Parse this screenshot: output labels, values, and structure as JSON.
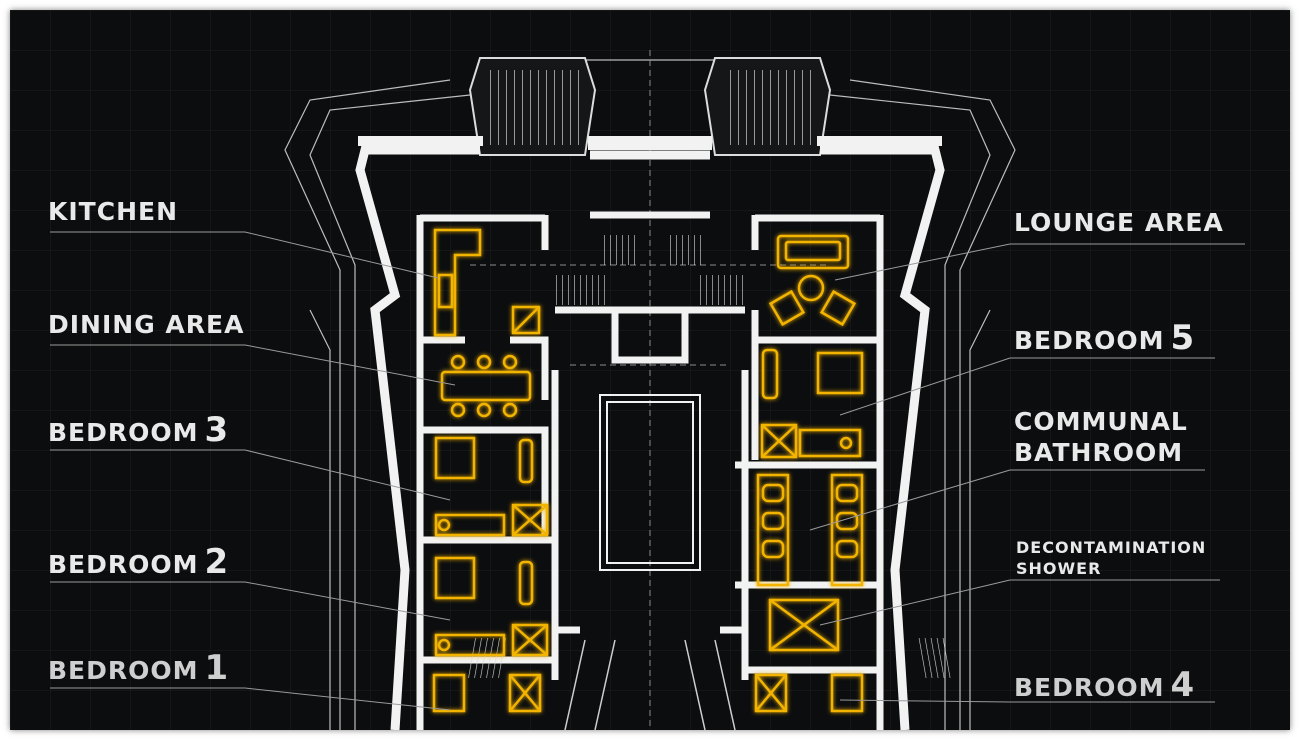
{
  "labels_left": [
    {
      "id": "kitchen",
      "word": "Kitchen",
      "num": ""
    },
    {
      "id": "dining",
      "word": "Dining Area",
      "num": ""
    },
    {
      "id": "bed3",
      "word": "Bedroom",
      "num": "3"
    },
    {
      "id": "bed2",
      "word": "Bedroom",
      "num": "2"
    },
    {
      "id": "bed1",
      "word": "Bedroom",
      "num": "1"
    }
  ],
  "labels_right": [
    {
      "id": "lounge",
      "word": "Lounge Area",
      "num": ""
    },
    {
      "id": "bed5",
      "word": "Bedroom",
      "num": "5"
    },
    {
      "id": "bath_l1",
      "word": "Communal",
      "num": ""
    },
    {
      "id": "bath_l2",
      "word": "Bathroom",
      "num": ""
    },
    {
      "id": "decon_l1",
      "word": "Decontamination",
      "num": ""
    },
    {
      "id": "decon_l2",
      "word": "Shower",
      "num": ""
    },
    {
      "id": "bed4",
      "word": "Bedroom",
      "num": "4"
    }
  ],
  "colors": {
    "background": "#0c0d0e",
    "wall": "#f2f2f2",
    "furniture": "#f3b400",
    "blueprint_line": "#cfcfcf",
    "label_text": "#e9e9e9"
  }
}
